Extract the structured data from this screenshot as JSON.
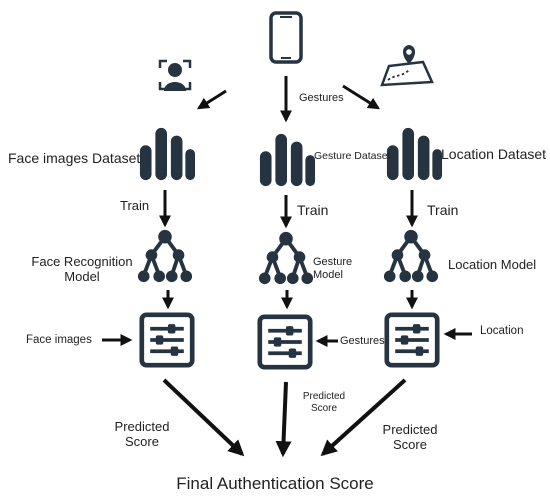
{
  "labels": {
    "gestures_input": "Gestures",
    "face_dataset": "Face images Dataset",
    "gesture_dataset": "Gesture Dataset",
    "location_dataset": "Location Dataset",
    "train_face": "Train",
    "train_gesture": "Train",
    "train_location": "Train",
    "face_model_line1": "Face Recognition",
    "face_model_line2": "Model",
    "gesture_model_line1": "Gesture",
    "gesture_model_line2": "Model",
    "location_model": "Location Model",
    "face_images_input": "Face images",
    "gestures_side_input": "Gestures",
    "location_input": "Location",
    "predicted_face_line1": "Predicted",
    "predicted_face_line2": "Score",
    "predicted_gesture_line1": "Predicted",
    "predicted_gesture_line2": "Score",
    "predicted_location_line1": "Predicted",
    "predicted_location_line2": "Score",
    "final_score": "Final Authentication Score"
  },
  "icons": {
    "top": "smartphone-icon",
    "face_source": "face-scan-icon",
    "location_source": "map-pin-icon",
    "dataset": "bar-dataset-icon",
    "model": "tree-network-icon",
    "predictor": "slider-panel-icon"
  },
  "colors": {
    "icon": "#263442",
    "arrow": "#111111",
    "text": "#222222"
  }
}
